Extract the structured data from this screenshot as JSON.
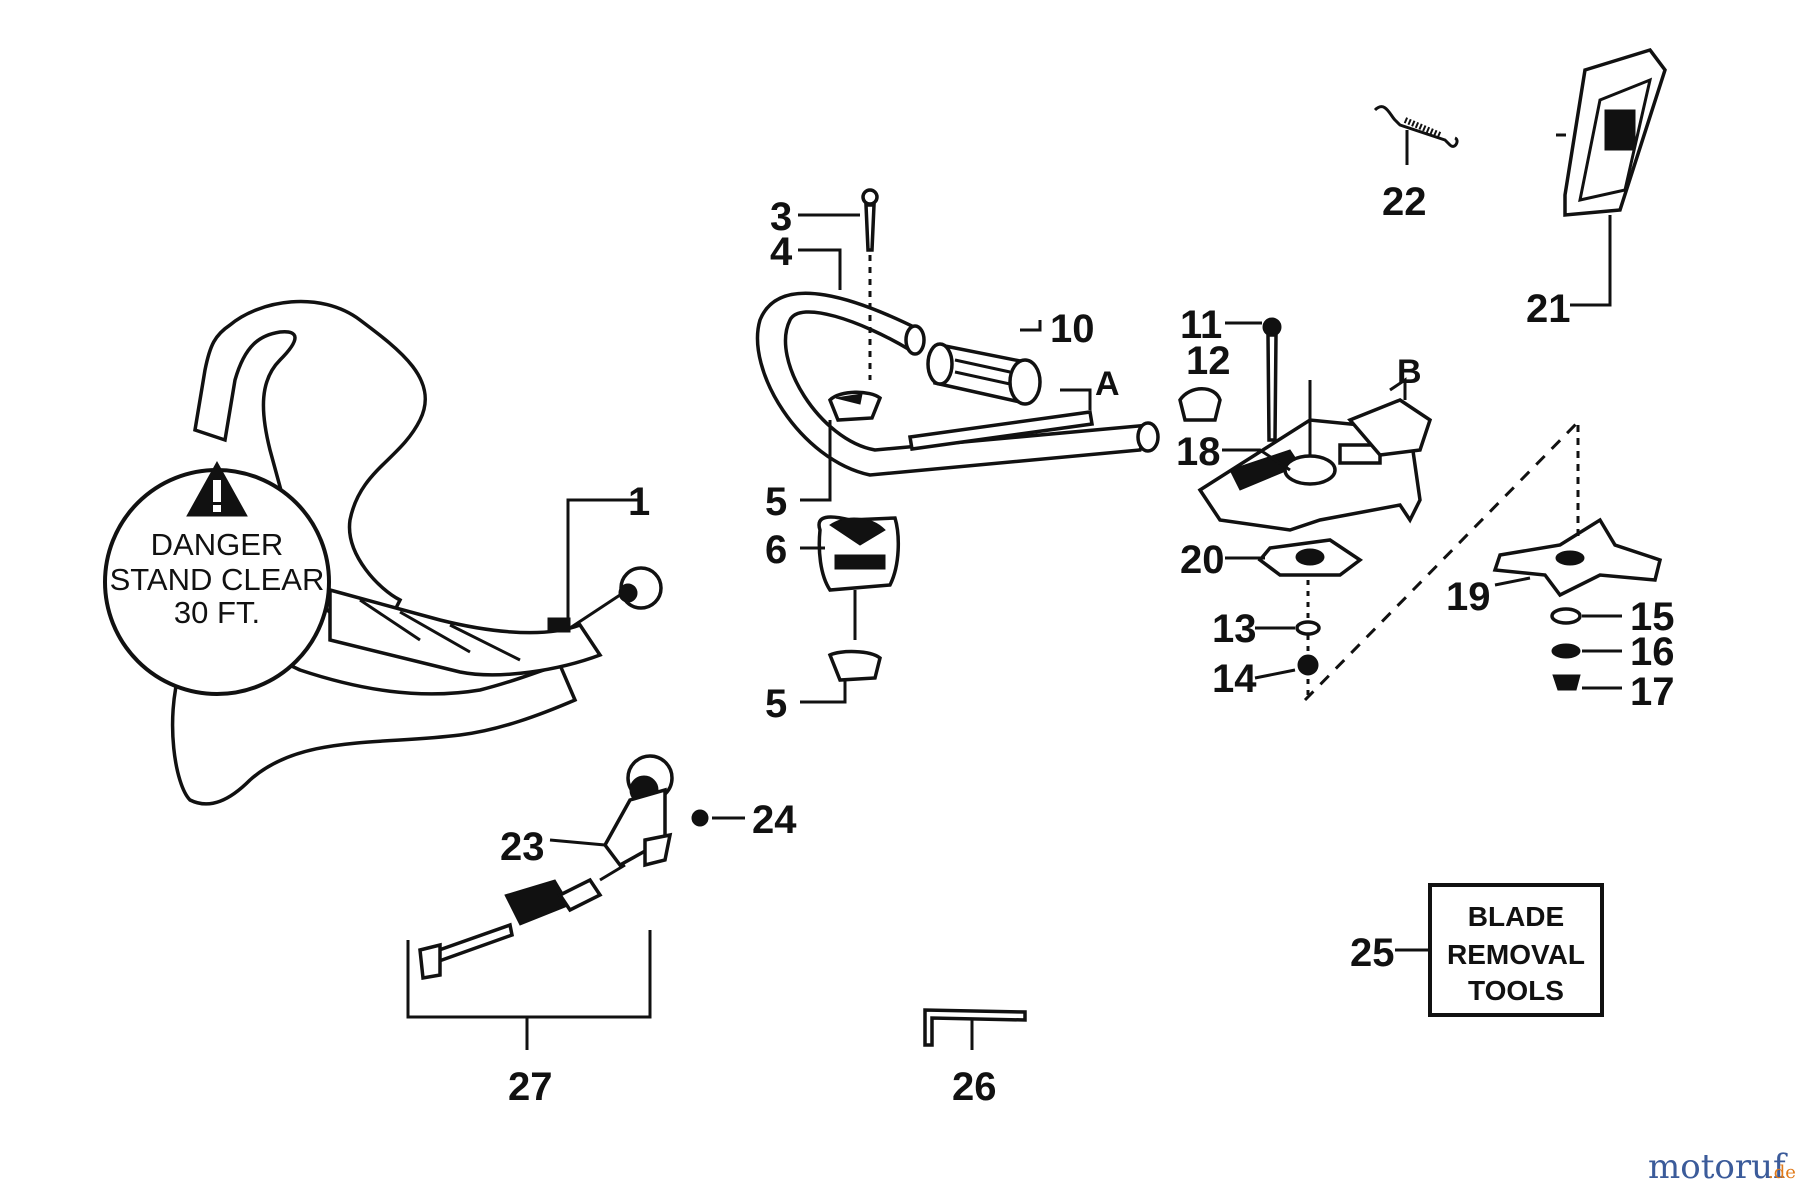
{
  "callouts": {
    "c1": "1",
    "c3": "3",
    "c4": "4",
    "c5a": "5",
    "c5b": "5",
    "c6": "6",
    "c10": "10",
    "cA": "A",
    "c11": "11",
    "c12": "12",
    "cB": "B",
    "c18": "18",
    "c20": "20",
    "c13": "13",
    "c14": "14",
    "c19": "19",
    "c15": "15",
    "c16": "16",
    "c17": "17",
    "c21": "21",
    "c22": "22",
    "c23": "23",
    "c24": "24",
    "c25": "25",
    "c26": "26",
    "c27": "27"
  },
  "danger_disc": {
    "line1": "DANGER",
    "line2": "STAND CLEAR",
    "line3": "30 FT."
  },
  "tools_box": {
    "line1": "BLADE",
    "line2": "REMOVAL",
    "line3": "TOOLS"
  },
  "watermark": {
    "main": "motoruf",
    "suffix": ".de"
  },
  "colors": {
    "ink": "#111111",
    "paper": "#ffffff",
    "watermark_blue": "#3b5b9a",
    "watermark_orange": "#e07a1a"
  }
}
